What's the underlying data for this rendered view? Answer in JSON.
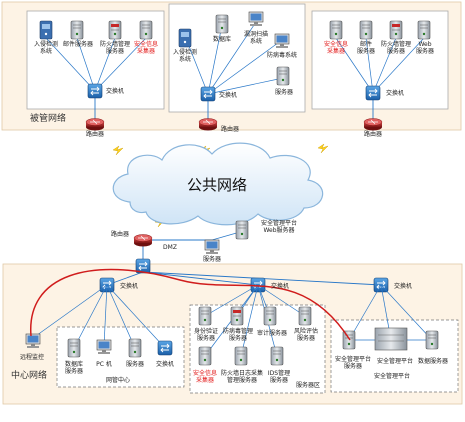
{
  "managed_network": {
    "label": "被管网络",
    "zone1": {
      "devices": [
        "入侵检测\n系统",
        "邮件服务器",
        "防火墙管理\n服务器",
        "安全信息\n采集器"
      ],
      "switch": "交换机",
      "router": "路由器"
    },
    "zone2": {
      "devices": [
        "入侵检测\n系统",
        "数据库",
        "漏洞扫描\n系统",
        "防病毒系统",
        "服务器"
      ],
      "switch": "交换机",
      "router": "路由器"
    },
    "zone3": {
      "devices": [
        "安全信息\n采集器",
        "邮件\n服务器",
        "防火墙管理\n服务器",
        "Web\n服务器"
      ],
      "switch": "交换机",
      "router": "路由器"
    }
  },
  "internet": {
    "label": "公共网络"
  },
  "dmz": {
    "router": "路由器",
    "label": "DMZ",
    "web_server": "安全管理平台\nWeb服务器",
    "server": "服务器"
  },
  "center_network": {
    "label": "中心网络",
    "switch_left": "交换机",
    "switch_mid": "交换机",
    "switch_right": "交换机",
    "remote_monitor": "远程监控",
    "netmgmt": {
      "label": "网管中心",
      "devices": [
        "数据库\n服务器",
        "PC 机",
        "服务器",
        "交换机"
      ]
    },
    "server_zone": {
      "label": "服务器区",
      "devices": [
        "身份验证\n服务器",
        "防病毒管理\n服务器",
        "审计服务器",
        "风险评估\n服务器",
        "安全信息\n采集器",
        "防火墙日志采集\n管理服务器",
        "IDS管理\n服务器"
      ]
    },
    "platform": {
      "label": "安全管理平台",
      "devices": [
        "安全管理平台\n服务器",
        "安全管理平台",
        "数据服务器"
      ]
    }
  }
}
